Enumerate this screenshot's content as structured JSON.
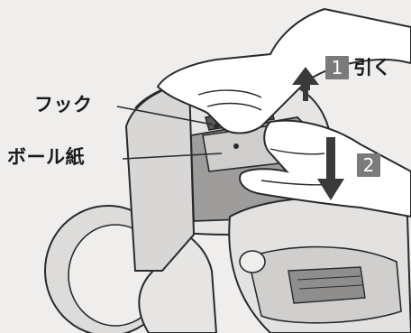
{
  "labels": {
    "hook": "フック",
    "cardboard": "ボール紙"
  },
  "steps": [
    {
      "number": "1",
      "text": "引く"
    },
    {
      "number": "2",
      "text": ""
    }
  ],
  "colors": {
    "background": "#efeeec",
    "appliance_light": "#e6e5e3",
    "appliance_mid": "#cfcecc",
    "appliance_dark": "#9e9d9b",
    "outline": "#2a2a2a",
    "arrow": "#3a3a3a",
    "step_badge": "#7b7b7b"
  },
  "icons": {
    "up_arrow": "arrow-up-icon",
    "down_arrow": "arrow-down-icon"
  }
}
